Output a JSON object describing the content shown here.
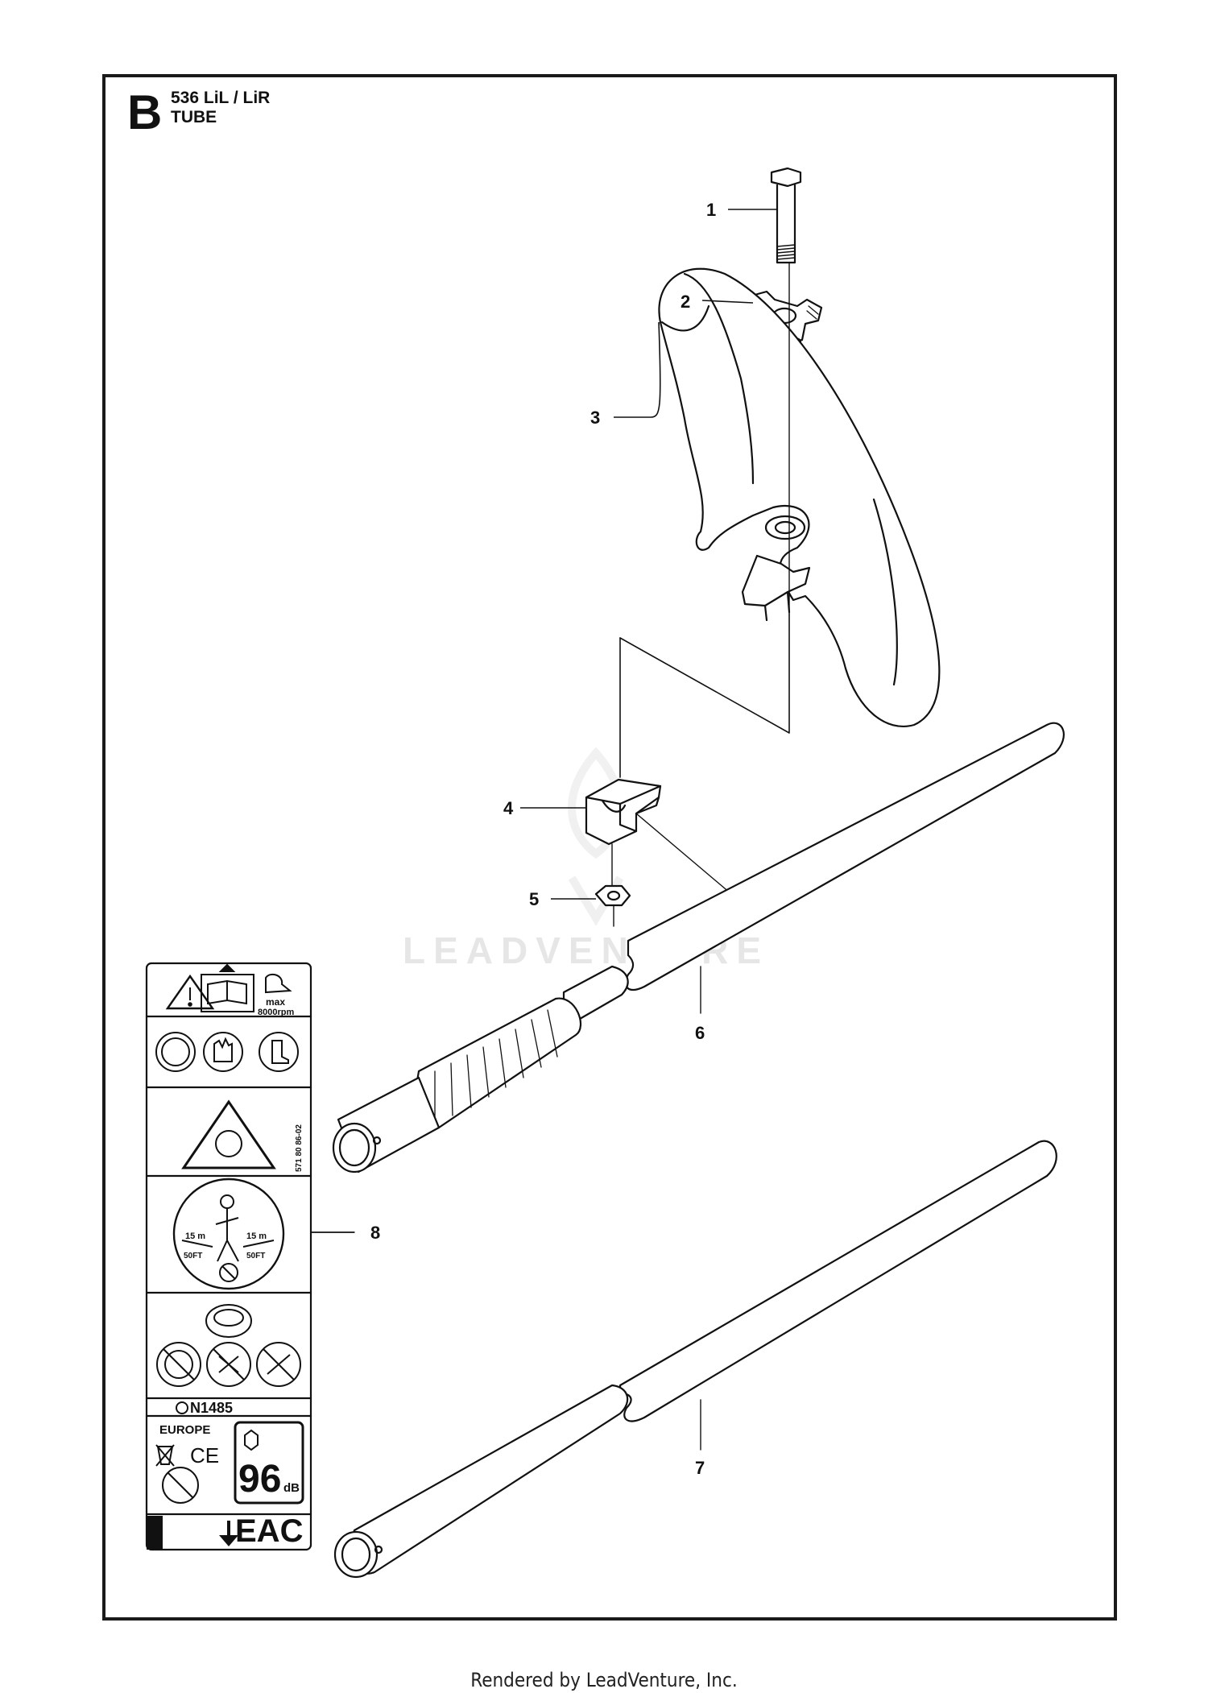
{
  "header": {
    "section_letter": "B",
    "model": "536 LiL / LiR",
    "title": "TUBE"
  },
  "callouts": [
    "1",
    "2",
    "3",
    "4",
    "5",
    "6",
    "7",
    "8"
  ],
  "watermark": "LEADVENTURE",
  "label_sticker": {
    "max_speed": "max",
    "rpm": "8000rpm",
    "distance_m_left": "15 m",
    "distance_ft_left": "50FT",
    "distance_m_right": "15 m",
    "distance_ft_right": "50FT",
    "part_code": "571 80 86-02",
    "certificate": "N1485",
    "region": "EUROPE",
    "ce_mark": "CE",
    "noise_value": "96",
    "noise_unit": "dB",
    "eac_mark": "EAC"
  },
  "footer": "Rendered by LeadVenture, Inc."
}
